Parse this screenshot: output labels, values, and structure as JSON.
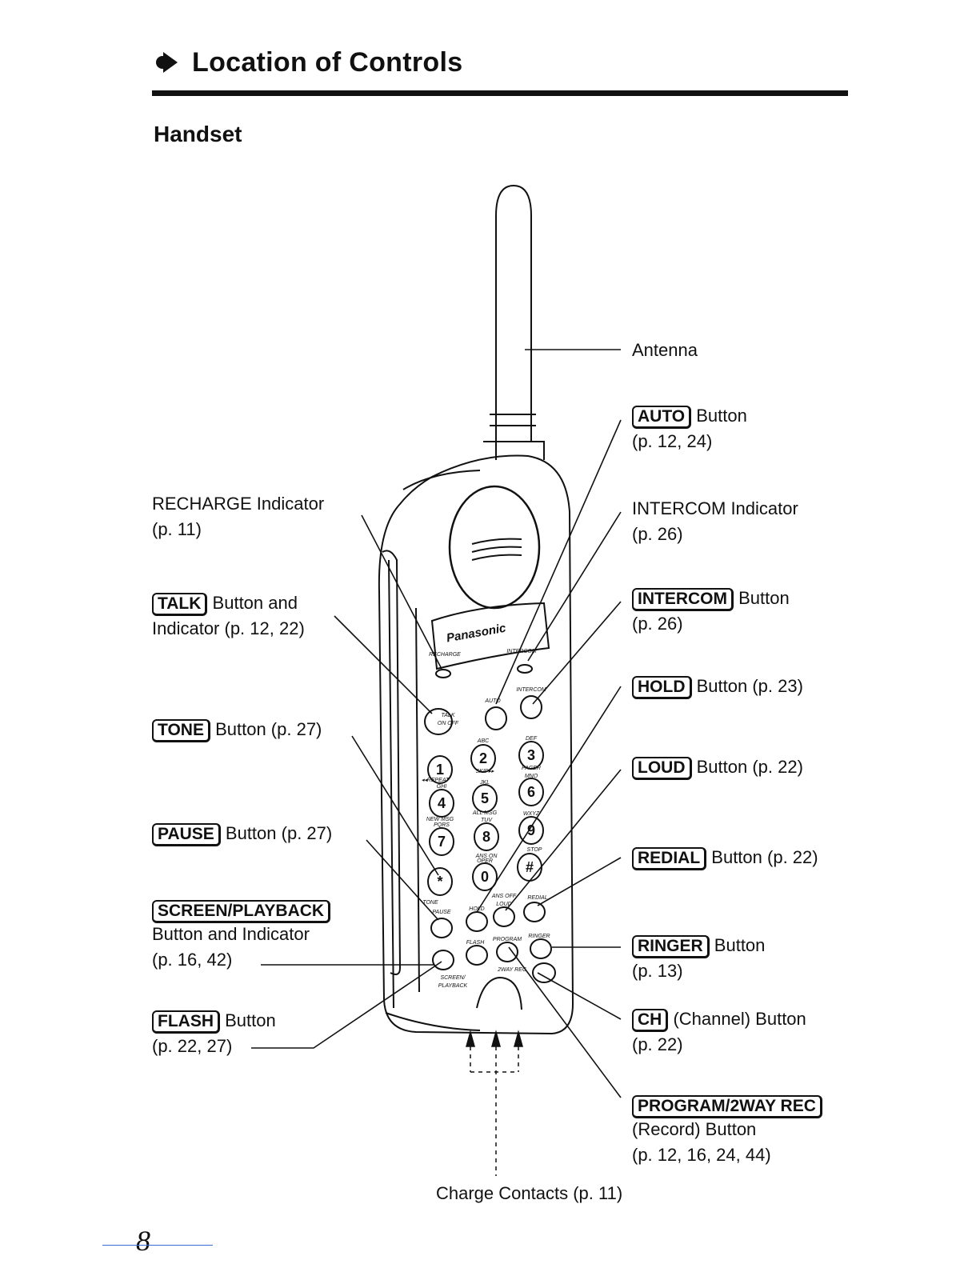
{
  "header": {
    "title": "Location of Controls",
    "subtitle": "Handset"
  },
  "labels": {
    "antenna": "Antenna",
    "auto_key": "AUTO",
    "auto_text": " Button",
    "auto_page": "(p. 12, 24)",
    "intercom_ind": "INTERCOM Indicator",
    "intercom_ind_page": "(p. 26)",
    "intercom_key": "INTERCOM",
    "intercom_text": " Button",
    "intercom_page": "(p. 26)",
    "hold_key": "HOLD",
    "hold_text": " Button (p. 23)",
    "loud_key": "LOUD",
    "loud_text": " Button (p. 22)",
    "redial_key": "REDIAL",
    "redial_text": " Button (p. 22)",
    "ringer_key": "RINGER",
    "ringer_text": " Button",
    "ringer_page": "(p. 13)",
    "ch_key": "CH",
    "ch_text": " (Channel) Button",
    "ch_page": "(p. 22)",
    "program_key": "PROGRAM/2WAY REC",
    "program_line2": "(Record) Button",
    "program_page": "(p. 12, 16, 24, 44)",
    "recharge": "RECHARGE Indicator",
    "recharge_page": "(p. 11)",
    "talk_key": "TALK",
    "talk_text": " Button and",
    "talk_line2": "Indicator (p. 12, 22)",
    "tone_key": "TONE",
    "tone_text": " Button (p. 27)",
    "pause_key": "PAUSE",
    "pause_text": " Button (p. 27)",
    "screen_key": "SCREEN/PLAYBACK",
    "screen_line2": "Button and Indicator",
    "screen_page": "(p. 16, 42)",
    "flash_key": "FLASH",
    "flash_text": " Button",
    "flash_page": "(p. 22, 27)",
    "charge": "Charge Contacts (p. 11)"
  },
  "phone": {
    "brand": "Panasonic",
    "keys": [
      "1",
      "2",
      "3",
      "4",
      "5",
      "6",
      "7",
      "8",
      "9",
      "*",
      "0",
      "#"
    ],
    "sublabels": {
      "abc": "ABC",
      "def": "DEF",
      "ghi": "GHI",
      "jkl": "JKL",
      "mno": "MNO",
      "pqrs": "PQRS",
      "tuv": "TUV",
      "wxyz": "WXYZ",
      "oper": "OPER",
      "repeat": "◂◂REPEAT",
      "skip": "SKIP▸▸",
      "pager": "PAGER",
      "newmsg": "NEW MSG",
      "allmsg": "ALL MSG",
      "anson": "ANS ON",
      "stop": "STOP",
      "recharge": "RECHARGE",
      "intercom": "INTERCOM",
      "auto": "AUTO",
      "talk": "TALK",
      "onoff": "ON OFF",
      "tone": "TONE",
      "pause": "PAUSE",
      "hold": "HOLD",
      "ansoff": "ANS OFF",
      "loud": "LOUD",
      "redial": "REDIAL",
      "flash": "FLASH",
      "program": "PROGRAM",
      "ringer": "RINGER",
      "screen": "SCREEN/",
      "playback": "PLAYBACK",
      "twoway": "2WAY REC"
    }
  },
  "footer": {
    "page_number": "8"
  }
}
